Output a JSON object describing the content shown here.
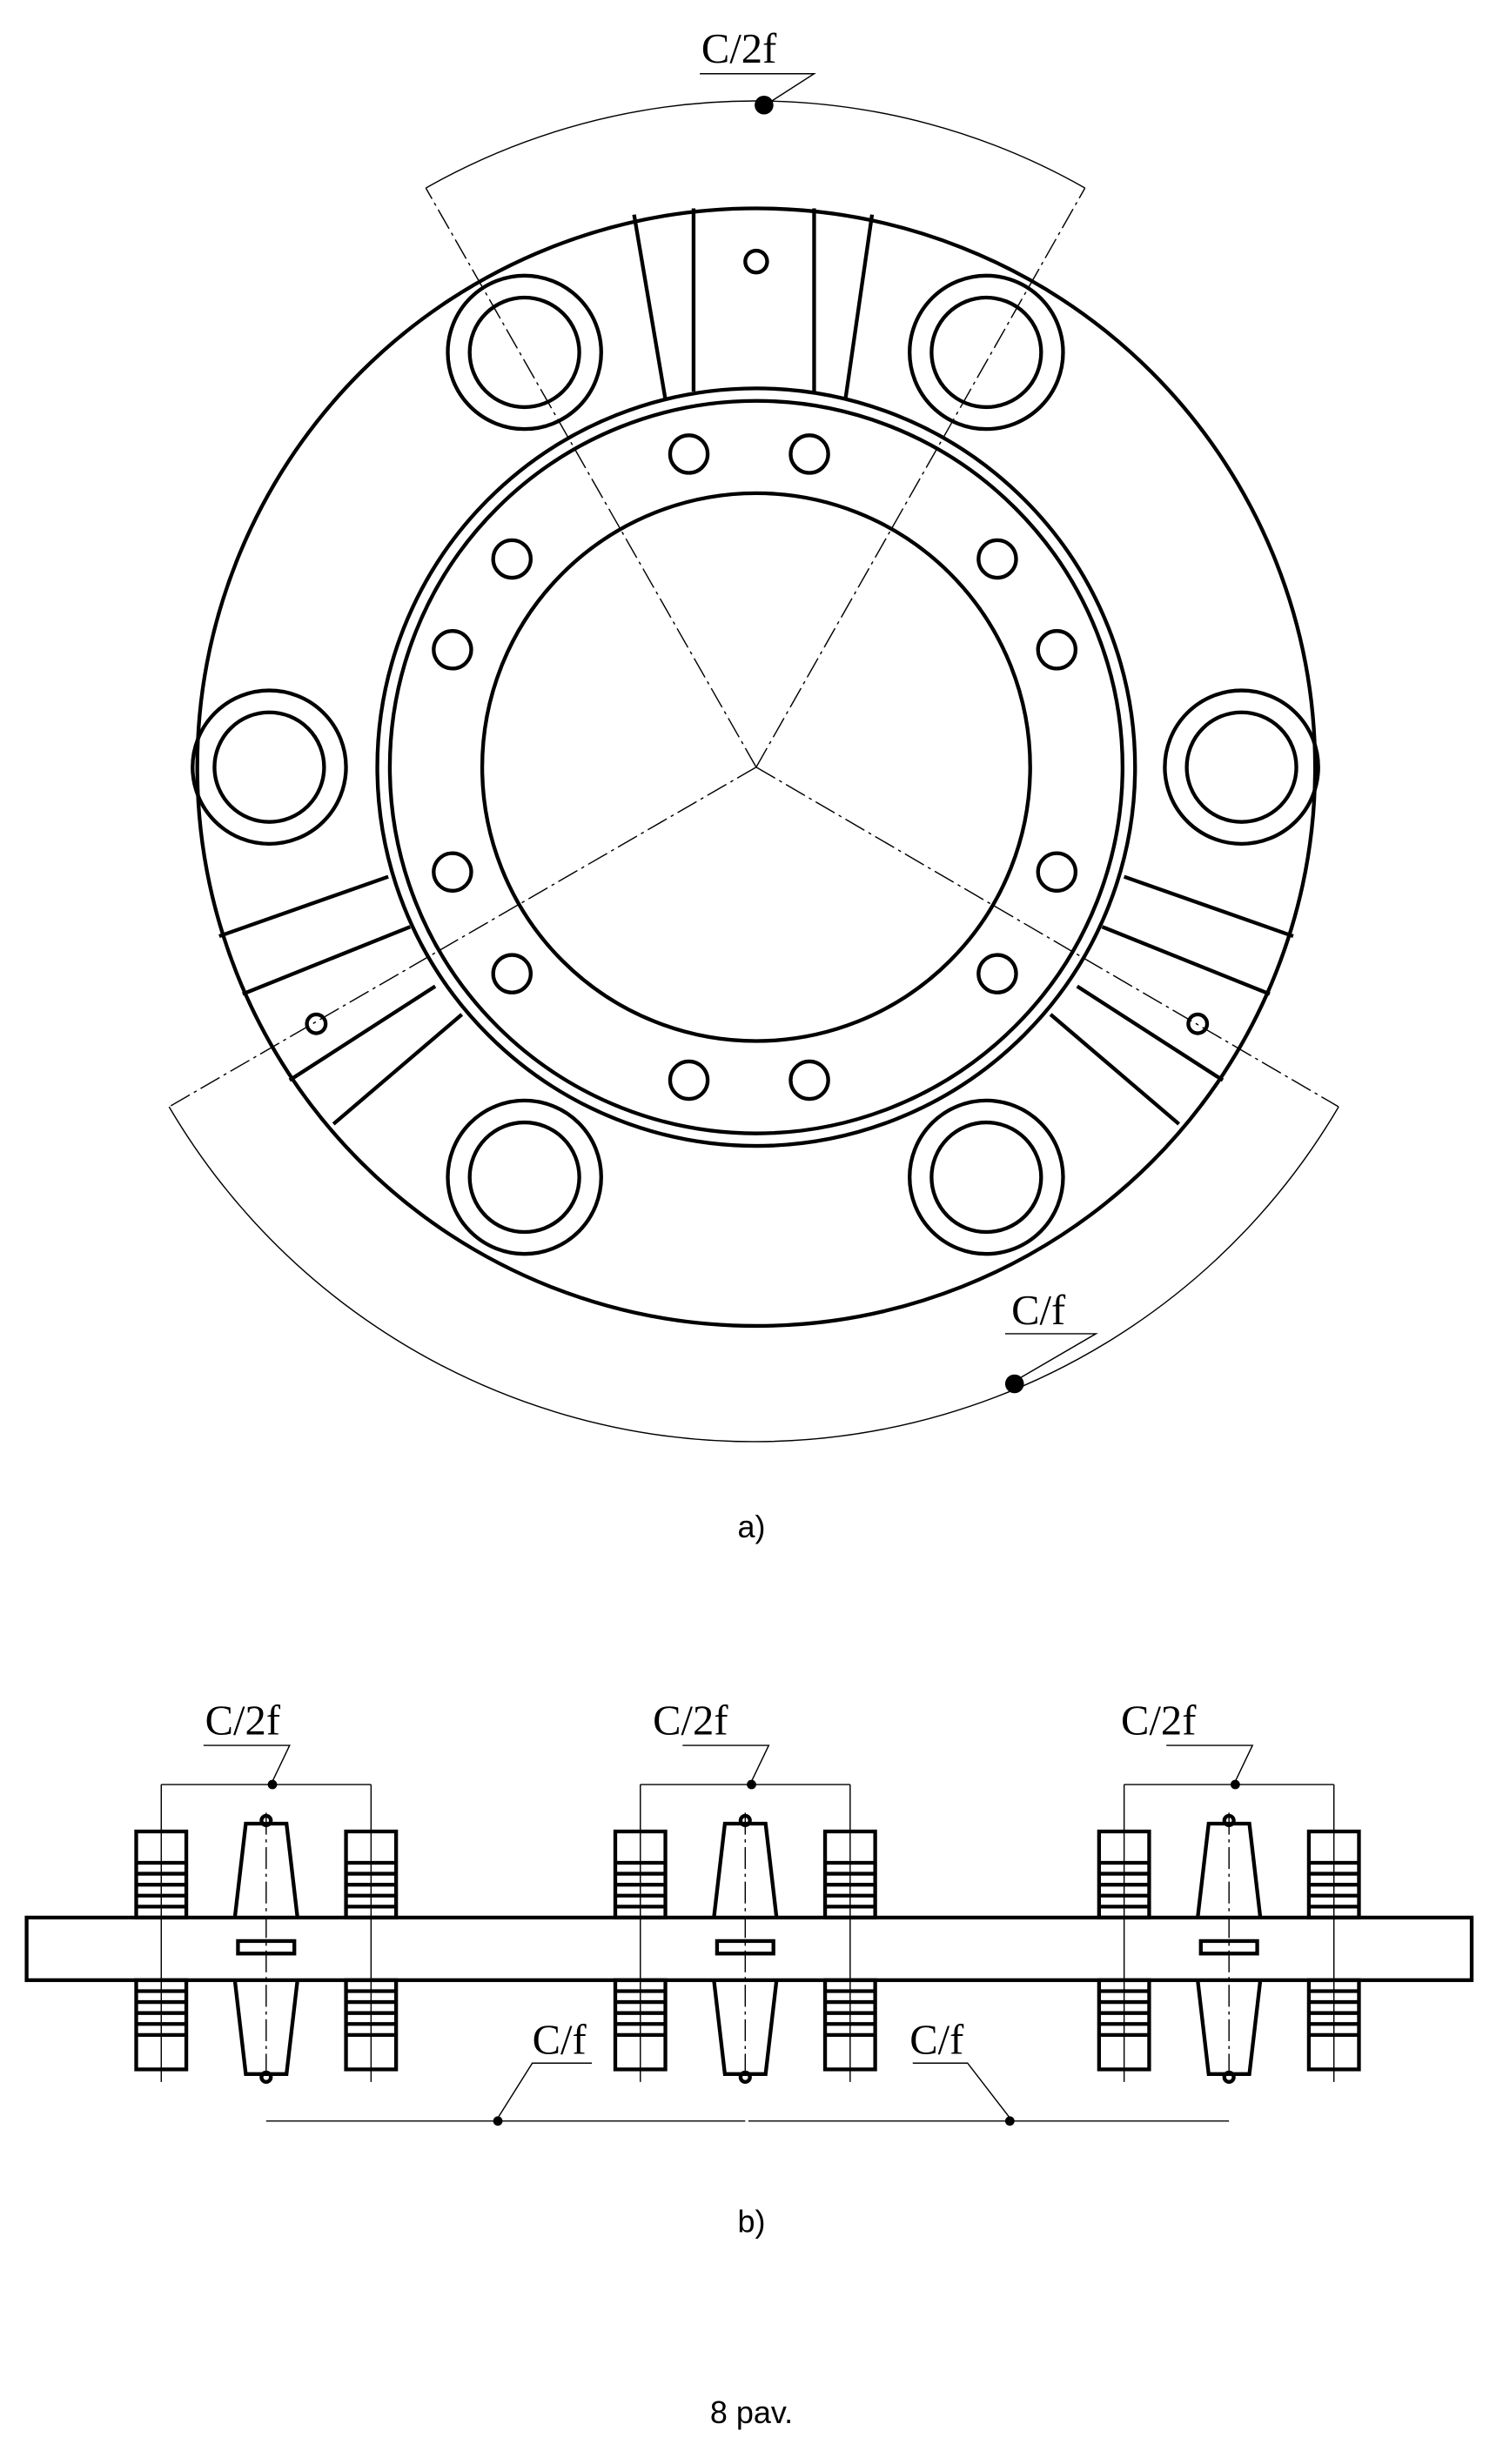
{
  "figure": {
    "part_a": {
      "caption": "a)",
      "dim_top_label": "C/2f",
      "dim_bottom_label": "C/f"
    },
    "part_b": {
      "caption": "b)",
      "group_labels": [
        "C/2f",
        "C/2f",
        "C/2f"
      ],
      "pitch_labels": [
        "C/f",
        "C/f"
      ]
    },
    "figure_caption": "8 pav."
  }
}
